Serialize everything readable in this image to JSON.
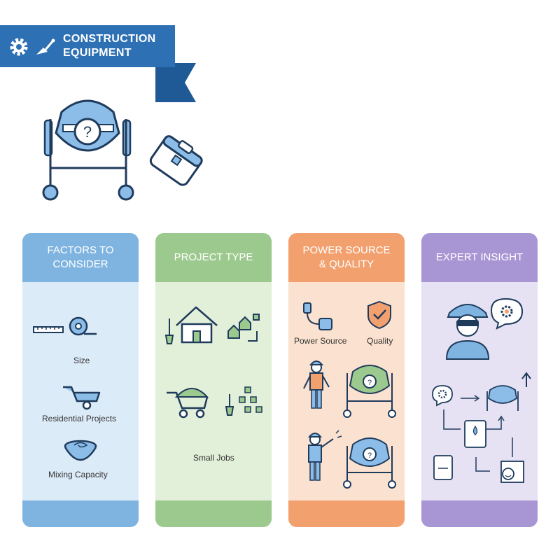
{
  "banner": {
    "line1": "CONSTRUCTION",
    "line2": "EQUIPMENT",
    "icons": [
      "gear-icon",
      "trowel-icon"
    ],
    "color": "#2e70b4"
  },
  "hero": {
    "icons": [
      "cement-mixer-icon",
      "toolbox-icon"
    ]
  },
  "cards": [
    {
      "title_line1": "FACTORS TO",
      "title_line2": "CONSIDER",
      "head_color": "#7fb4e0",
      "body_color": "#dcebf8",
      "items": [
        "Size",
        "Residential Projects",
        "Mixing Capacity"
      ]
    },
    {
      "title_line1": "PROJECT TYPE",
      "title_line2": "",
      "head_color": "#9cc98d",
      "body_color": "#e2efd9",
      "items": [
        "Small Jobs"
      ]
    },
    {
      "title_line1": "POWER SOURCE",
      "title_line2": "& QUALITY",
      "head_color": "#f2a06e",
      "body_color": "#fbe1cf",
      "items": [
        "Power Source",
        "Quality"
      ]
    },
    {
      "title_line1": "EXPERT INSIGHT",
      "title_line2": "",
      "head_color": "#a896d4",
      "body_color": "#e6e1f3",
      "items": []
    }
  ]
}
